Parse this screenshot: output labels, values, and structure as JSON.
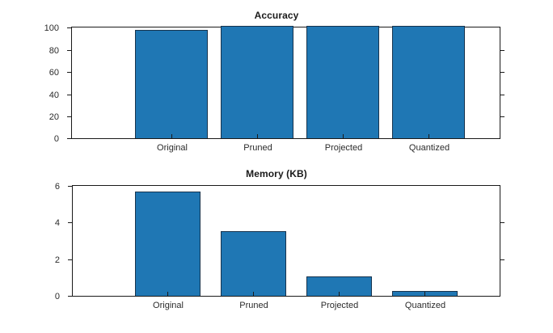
{
  "figure": {
    "background_color": "#ffffff",
    "bar_color": "#1f77b4",
    "bar_edge_color": "#17334d",
    "axis_color": "#1a1a1a"
  },
  "panels": [
    {
      "id": "accuracy",
      "title": "Accuracy",
      "ytick_labels": [
        "100",
        "80",
        "60",
        "40",
        "20",
        "0"
      ],
      "xtick_labels": [
        "Original",
        "Pruned",
        "Projected",
        "Quantized"
      ]
    },
    {
      "id": "memory",
      "title": "Memory (KB)",
      "ytick_labels": [
        "6",
        "4",
        "2",
        "0"
      ],
      "xtick_labels": [
        "Original",
        "Pruned",
        "Projected",
        "Quantized"
      ]
    }
  ],
  "chart_data": [
    {
      "type": "bar",
      "title": "Accuracy",
      "categories": [
        "Original",
        "Pruned",
        "Projected",
        "Quantized"
      ],
      "values": [
        97,
        100,
        100,
        100
      ],
      "xlabel": "",
      "ylabel": "",
      "ylim": [
        0,
        100
      ],
      "yticks": [
        0,
        20,
        40,
        60,
        80,
        100
      ],
      "grid": false,
      "legend": false,
      "bar_color": "#1f77b4"
    },
    {
      "type": "bar",
      "title": "Memory (KB)",
      "categories": [
        "Original",
        "Pruned",
        "Projected",
        "Quantized"
      ],
      "values": [
        5.6,
        3.5,
        1.05,
        0.26
      ],
      "xlabel": "",
      "ylabel": "",
      "ylim": [
        0,
        6
      ],
      "yticks": [
        0,
        2,
        4,
        6
      ],
      "grid": false,
      "legend": false,
      "bar_color": "#1f77b4"
    }
  ]
}
